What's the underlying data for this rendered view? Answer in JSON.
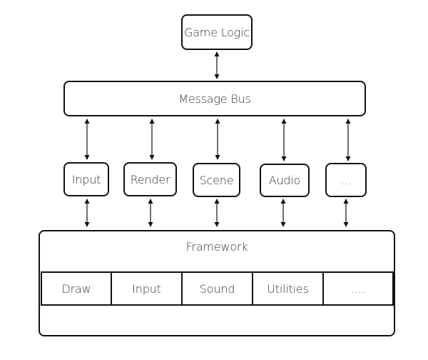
{
  "top": {
    "label": "Game Logic"
  },
  "bus": {
    "label": "Message Bus"
  },
  "systems": [
    {
      "label": "Input"
    },
    {
      "label": "Render"
    },
    {
      "label": "Scene"
    },
    {
      "label": "Audio"
    },
    {
      "label": "..."
    }
  ],
  "framework": {
    "title": "Framework",
    "cells": [
      {
        "label": "Draw"
      },
      {
        "label": "Input"
      },
      {
        "label": "Sound"
      },
      {
        "label": "Utilities"
      },
      {
        "label": "...."
      }
    ]
  },
  "colors": {
    "stroke": "#111111",
    "text": "#333333",
    "background": "#ffffff"
  }
}
